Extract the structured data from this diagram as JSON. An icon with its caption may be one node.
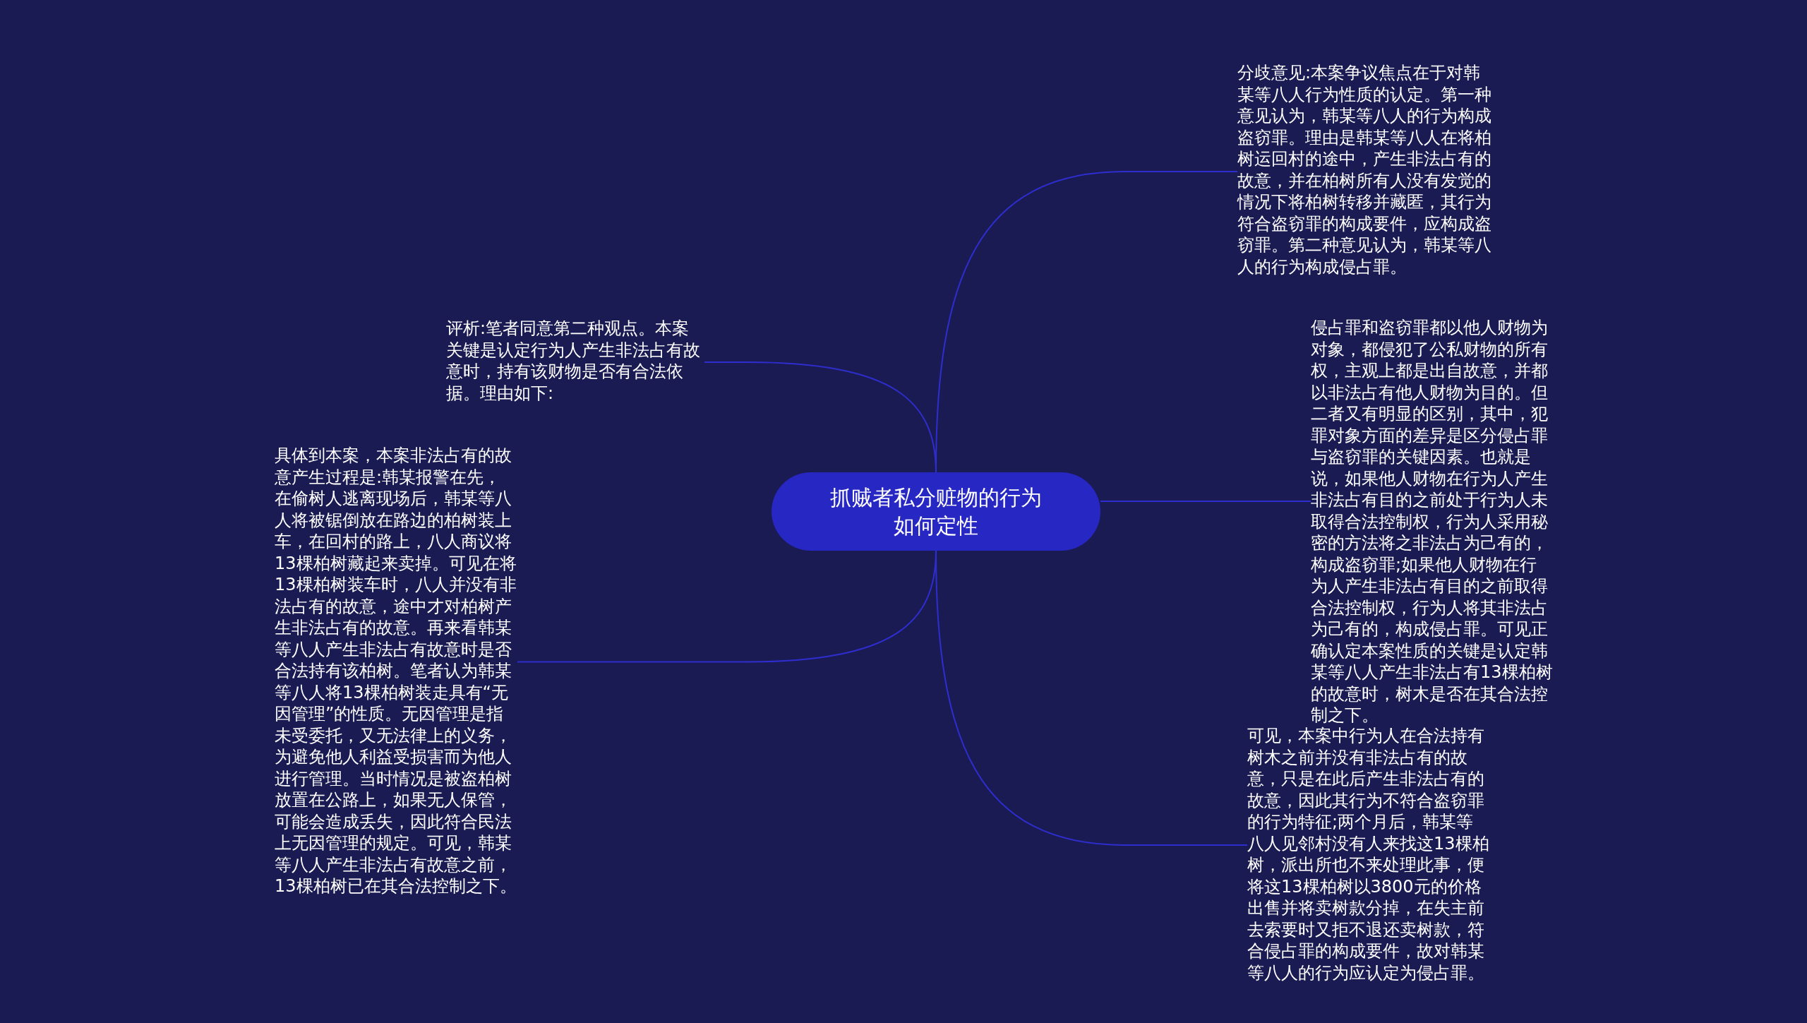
{
  "diagram": {
    "nodes": [
      {
        "text": [
          "抓贼者私分赃物的行为如何定性"
        ]
      },
      {
        "text": [
          "分歧意见:本案争议焦点在于对韩某等八人行为性质的认定。第一种意见认为，韩某等八人的行为构成盗窃罪。理由是韩某等八人在将柏树运回村的途中，产生非法占有的故意，并在柏树所有人没有发觉的情况下将柏树转移并藏匿，其行为符合盗窃罪的构成要件，应构成盗窃罪。第二种意见认为，韩某等八人的行为构成侵占罪。"
        ]
      },
      {
        "text": [
          "评析:笔者同意第二种观点。本案关键是认定行为人产生非法占有故意时，持有该财物是否有合法依据。理由如下:"
        ]
      },
      {
        "text": [
          "侵占罪和盗窃罪都以他人财物为对象，都侵犯了公私财物的所有权，主观上都是出自故意，并都以非法占有他人财物为目的。但二者又有明显的区别，其中，犯罪对象方面的差异是区分侵占罪与盗窃罪的关键因素。也就是说，如果他人财物在行为人产生非法占有目的之前处于行为人未取得合法控制权，行为人采用秘密的方法将之非法占为己有的，构成盗窃罪;如果他人财物在行为人产生非法占有目的之前取得合法控制权，行为人将其非法占为己有的，构成侵占罪。可见正确认定本案性质的关键是认定韩某等八人产生非法占有13棵柏树的故意时，树木是否在其合法控制之下。"
        ]
      },
      {
        "text": [
          "具体到本案，本案非法占有的故意产生过程是:韩某报警在先，在偷树人逃离现场后，韩某等八人将被锯倒放在路边的柏树装上车，在回村的路上，八人商议将13棵柏树藏起来卖掉。可见在将13棵柏树装车时，八人并没有非法占有的故意，途中才对柏树产生非法占有的故意。再来看韩某等八人产生非法占有故意时是否合法持有该柏树。笔者认为韩某等八人将13棵柏树装走具有“无因管理”的性质。无因管理是指未受委托，又无法律上的义务，为避免他人利益受损害而为他人进行管理。当时情况是被盗柏树放置在公路上，如果无人保管，可能会造成丢失，因此符合民法上无因管理的规定。可见，韩某等八人产生非法占有故意之前，13棵柏树已在其合法控制之下。"
        ]
      },
      {
        "text": [
          "可见，本案中行为人在合法持有树木之前并没有非法占有的故意，只是在此后产生非法占有的故意，因此其行为不符合盗窃罪的行为特征;两个月后，韩某等八人见邻村没有人来找这13棵柏树，派出所也不来处理此事，便将这13棵柏树以3800元的价格出售并将卖树款分掉，在失主前去索要时又拒不退还卖树款，符合侵占罪的构成要件，故对韩某等八人的行为应认定为侵占罪。"
        ]
      }
    ],
    "edges": [
      {
        "from": 0,
        "to": 1,
        "arrow": "none"
      },
      {
        "from": 0,
        "to": 2,
        "arrow": "none"
      },
      {
        "from": 0,
        "to": 3,
        "arrow": "none"
      },
      {
        "from": 0,
        "to": 4,
        "arrow": "none"
      },
      {
        "from": 0,
        "to": 5,
        "arrow": "none"
      }
    ]
  }
}
